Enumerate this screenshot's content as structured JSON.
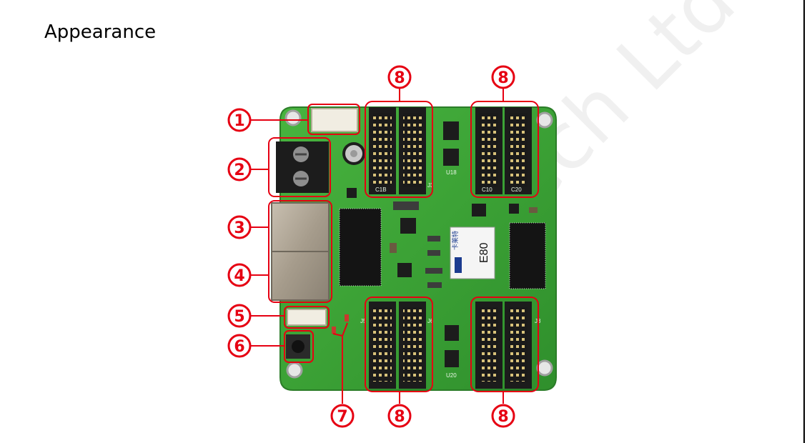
{
  "page": {
    "title": "Appearance"
  },
  "figure": {
    "model": "E80",
    "brand_text": "卡莱特",
    "watermark": "Tech Ltd",
    "callout_color": "#e60012",
    "board_color": "#3aa535",
    "callouts": {
      "c1": "1",
      "c2": "2",
      "c3": "3",
      "c4": "4",
      "c5": "5",
      "c6": "6",
      "c7": "7",
      "c8a": "8",
      "c8b": "8",
      "c8c": "8",
      "c8d": "8"
    },
    "silkscreen": {
      "j_top_left_a": "C1B",
      "j_top_left_b": "J3",
      "j_top_right_a": "C10",
      "j_top_right_b": "C20",
      "j_bot_left": "J5",
      "j_bot_left_b": "J6",
      "j_bot_right": "J8",
      "u_label": "U18",
      "e_label": "U20"
    }
  }
}
